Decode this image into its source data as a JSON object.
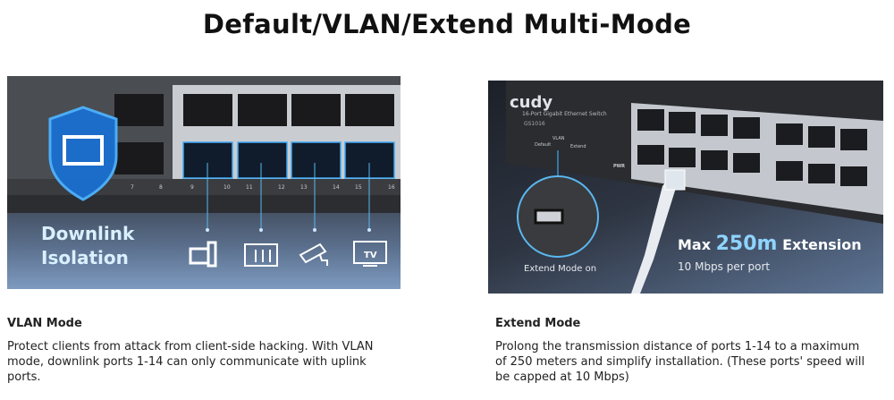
{
  "page_title": "Default/VLAN/Extend Multi-Mode",
  "vlan": {
    "image_heading_line1": "Downlink",
    "image_heading_line2": "Isolation",
    "port_labels": [
      "7",
      "8",
      "9",
      "10",
      "11",
      "12",
      "13",
      "14",
      "15",
      "16"
    ],
    "device_icons": [
      "computer-icon",
      "nas-icon",
      "camera-icon",
      "tv-icon"
    ],
    "tv_label": "TV",
    "title": "VLAN Mode",
    "description": "Protect clients from attack from client-side hacking. With VLAN mode, downlink ports 1-14 can only communicate with uplink ports."
  },
  "extend": {
    "brand": "cudy",
    "device_name": "16-Port Gigabit Ethernet Switch",
    "model": "GS1016",
    "switch_labels": {
      "top": "VLAN",
      "left": "Default",
      "right": "Extend"
    },
    "pwr_label": "PWR",
    "callout": "Extend Mode on",
    "headline_prefix": "Max",
    "headline_value": "250m",
    "headline_suffix": "Extension",
    "subline": "10 Mbps per port",
    "title": "Extend Mode",
    "description": "Prolong the transmission distance of ports 1-14 to a maximum of 250 meters and simplify installation. (These ports' speed will be capped at 10 Mbps)"
  },
  "colors": {
    "accent_blue": "#3fa9f5",
    "headline_blue": "#8fd3ff"
  }
}
